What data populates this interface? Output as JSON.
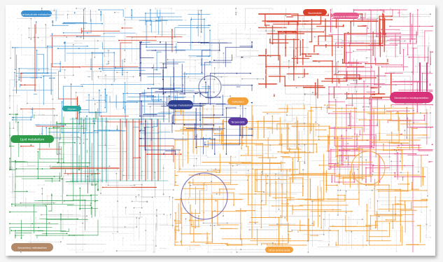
{
  "colors": {
    "blue": "#3b8fd0",
    "red": "#d8402a",
    "orange": "#f3a23b",
    "pink": "#e55a8d",
    "magenta": "#d6337a",
    "green": "#2f9b4b",
    "teal": "#2aa6a0",
    "purple": "#5a3aa0",
    "navy": "#2e3f8f",
    "brown": "#b28a6a",
    "gray": "#9a9a9a",
    "lightgray": "#d8d8d8"
  },
  "labels": {
    "tl_blue": "Carbohydrate metabolism",
    "tr_red": "Nucleotide",
    "tr_pink": "Amino acid metabolism",
    "green_left": "Lipid metabolism",
    "teal_mid": "Glycan",
    "navy_center": "Energy metabolism",
    "orange_center": "Cofactors",
    "purple_center": "Terpenoids",
    "magenta_right": "Xenobiotics biodegradation",
    "brown_bottom": "Secondary metabolites",
    "orange_bottom": "Other amino acids"
  },
  "icons": {
    "circle_left": "cycle-icon",
    "circle_right": "cycle-icon"
  }
}
